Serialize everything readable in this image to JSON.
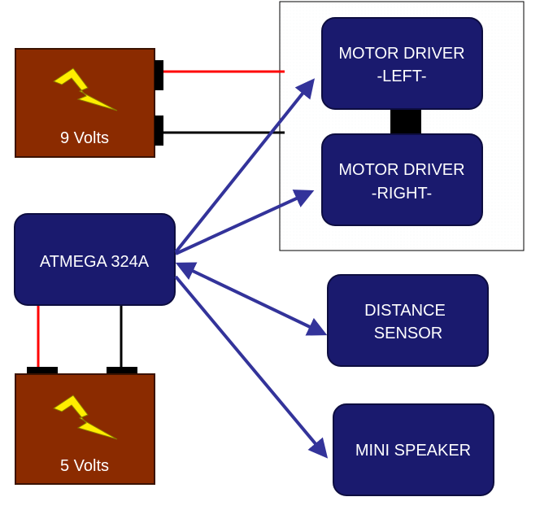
{
  "colors": {
    "box_fill": "#1a1a6e",
    "box_border": "#0d0d40",
    "battery_fill": "#8b2b00",
    "battery_border": "#3a1200",
    "bolt_fill": "#ffee00",
    "arrow": "#33339a",
    "wire_positive": "#ff0000",
    "wire_negative": "#000000",
    "panel_border": "#000000",
    "panel_fill": "#f7f9fb"
  },
  "components": {
    "motor_left": {
      "line1": "MOTOR DRIVER",
      "line2": "-LEFT-"
    },
    "motor_right": {
      "line1": "MOTOR DRIVER",
      "line2": "-RIGHT-"
    },
    "atmega": {
      "label": "ATMEGA 324A"
    },
    "distance": {
      "line1": "DISTANCE",
      "line2": "SENSOR"
    },
    "speaker": {
      "label": "MINI SPEAKER"
    }
  },
  "batteries": {
    "nine_volt": {
      "label": "9 Volts",
      "icon": "lightning-bolt-icon"
    },
    "five_volt": {
      "label": "5 Volts",
      "icon": "lightning-bolt-icon"
    }
  }
}
